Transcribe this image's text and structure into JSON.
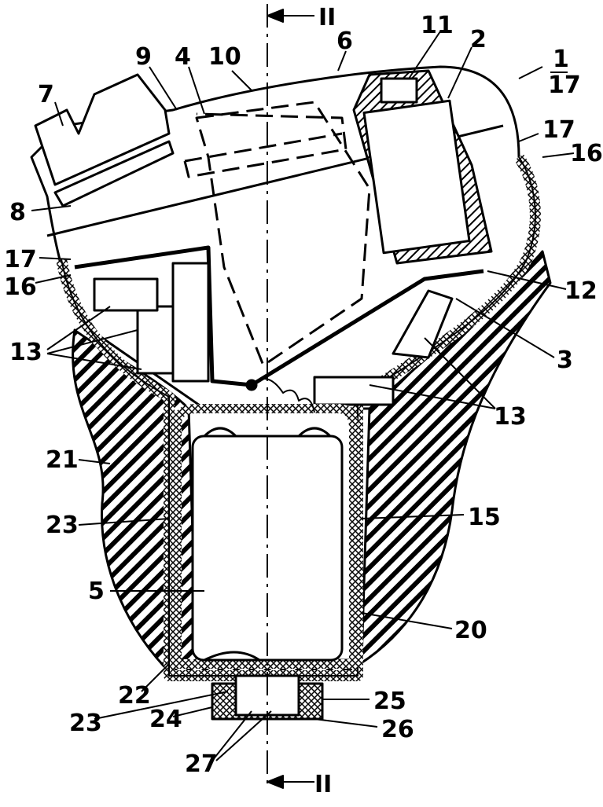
{
  "figure": {
    "section_marker": "II",
    "labels": {
      "l1": "1",
      "l17a": "17",
      "l17b": "17",
      "l16a": "16",
      "l7": "7",
      "l9": "9",
      "l4": "4",
      "l10": "10",
      "l6": "6",
      "l11": "11",
      "l2": "2",
      "l8": "8",
      "l17c": "17",
      "l16b": "16",
      "l13a": "13",
      "l12": "12",
      "l3": "3",
      "l13b": "13",
      "l21": "21",
      "l23a": "23",
      "l15": "15",
      "l5": "5",
      "l20": "20",
      "l22": "22",
      "l25": "25",
      "l23b": "23",
      "l24": "24",
      "l26": "26",
      "l27": "27"
    },
    "colors": {
      "ink": "#000000",
      "paper": "#ffffff"
    }
  }
}
